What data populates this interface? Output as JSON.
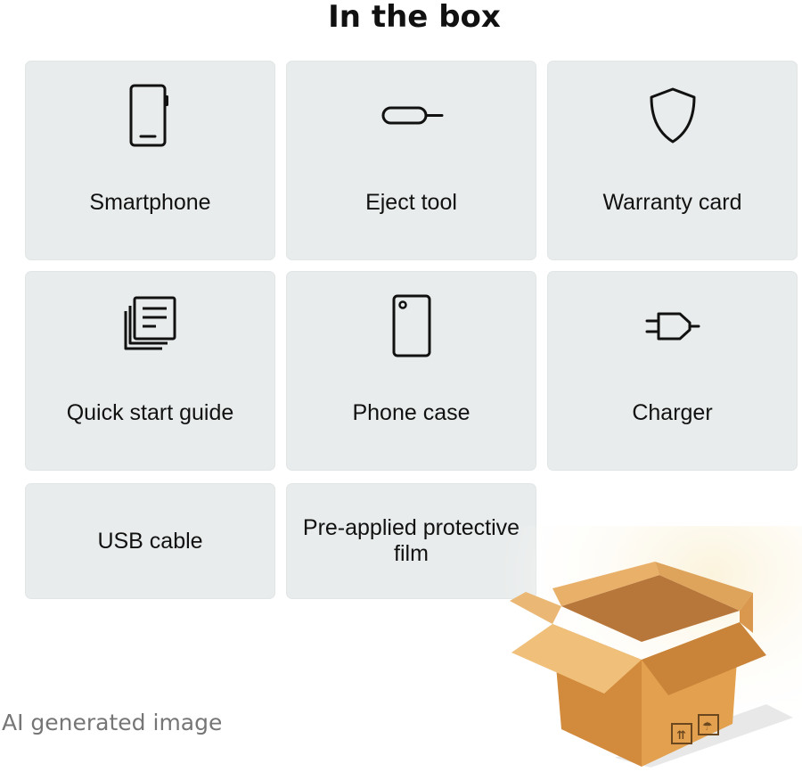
{
  "header": {
    "title": "In the box"
  },
  "items": [
    {
      "label": "Smartphone",
      "icon": "smartphone-icon"
    },
    {
      "label": "Eject tool",
      "icon": "eject-tool-icon"
    },
    {
      "label": "Warranty card",
      "icon": "shield-icon"
    },
    {
      "label": "Quick start guide",
      "icon": "documents-icon"
    },
    {
      "label": "Phone case",
      "icon": "phone-case-icon"
    },
    {
      "label": "Charger",
      "icon": "plug-icon"
    },
    {
      "label": "USB cable",
      "icon": null
    },
    {
      "label": "Pre-applied protective film",
      "icon": null
    }
  ],
  "footer": {
    "watermark": "AI generated image"
  },
  "illustration": {
    "name": "open-cardboard-box",
    "colors": {
      "box_front": "#e3a14f",
      "box_side": "#d28a3c",
      "flap_light": "#f0c07a",
      "flap_dark": "#c9843a"
    }
  },
  "colors": {
    "card_background": "#e9ecec",
    "text": "#111111",
    "watermark": "#767676"
  }
}
